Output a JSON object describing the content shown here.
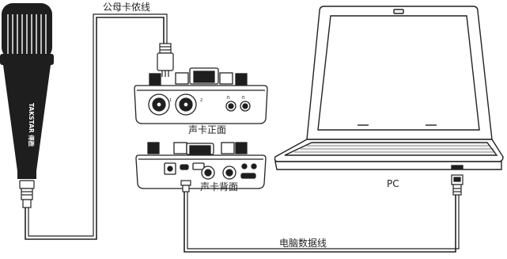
{
  "labels": {
    "xlr_cable": "公母卡侬线",
    "interface_front": "声卡正面",
    "interface_back": "声卡背面",
    "pc": "PC",
    "usb_cable": "电脑数据线"
  },
  "mic_brand": "TAKSTAR 得胜",
  "colors": {
    "line": "#222222",
    "fill": "#ffffff",
    "dark": "#1e1e1e"
  }
}
